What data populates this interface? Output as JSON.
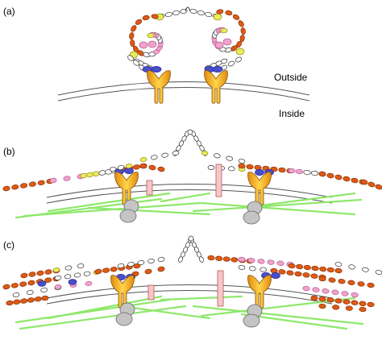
{
  "panels": [
    {
      "id": "a",
      "label": "(a)"
    },
    {
      "id": "b",
      "label": "(b)"
    },
    {
      "id": "c",
      "label": "(c)"
    }
  ],
  "annotations": {
    "outside": "Outside",
    "inside": "Inside"
  },
  "colors": {
    "orange": "#dd5a16",
    "orange_dark": "#8a3306",
    "pink": "#f2a2cf",
    "pink_dark": "#b05a8c",
    "yellow": "#eaea5a",
    "yellow_dark": "#8f8f20",
    "blue": "#4a4ec8",
    "blue_dark": "#262896",
    "white_bead": "#ffffff",
    "receptor_light": "#ffd54a",
    "receptor_dark": "#e08a10",
    "receptor_stroke": "#8a4f00",
    "grey": "#c4c4c4",
    "grey_stroke": "#6a6a6a",
    "green": "#8ee86a",
    "bar_fill": "#f8c6c6",
    "bar_stroke": "#b05a5a",
    "membrane": "#555555"
  }
}
